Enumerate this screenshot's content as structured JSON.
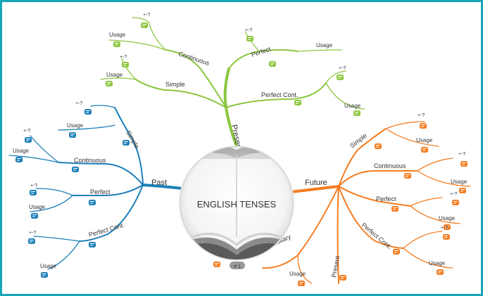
{
  "center": {
    "title": "ENGLISH TENSES",
    "counter": "# 1"
  },
  "colors": {
    "frame": "#17a6b8",
    "present": "#8cc63f",
    "past": "#1d7fb8",
    "future": "#f47c20"
  },
  "icons": {
    "note": "note-icon",
    "center_image": "open-book-icon"
  },
  "branches": {
    "present": {
      "label": "Present",
      "children": [
        {
          "label": "Continuous",
          "leaves": [
            "+-?",
            "Usage"
          ]
        },
        {
          "label": "Simple",
          "leaves": [
            "+-?",
            "Usage"
          ]
        },
        {
          "label": "Perfect",
          "leaves": [
            "+-?",
            "Usage"
          ]
        },
        {
          "label": "Perfect Cont.",
          "leaves": [
            "+-?",
            "Usage"
          ]
        }
      ]
    },
    "past": {
      "label": "Past",
      "children": [
        {
          "label": "Simple",
          "leaves": [
            "+-?",
            "Usage"
          ]
        },
        {
          "label": "Continuous",
          "leaves": [
            "+-?",
            "Usage"
          ]
        },
        {
          "label": "Perfect",
          "leaves": [
            "+-?",
            "Usage"
          ]
        },
        {
          "label": "Perfect Cont.",
          "leaves": [
            "+-?",
            "Usage"
          ]
        }
      ]
    },
    "future": {
      "label": "Future",
      "children": [
        {
          "label": "Simple",
          "leaves": [
            "+-?",
            "Usage"
          ]
        },
        {
          "label": "Continuous",
          "leaves": [
            "+-?",
            "Usage"
          ]
        },
        {
          "label": "Perfect",
          "leaves": [
            "+-?",
            "Usage"
          ]
        },
        {
          "label": "Perfect Cont.",
          "leaves": [
            "+-?",
            "Usage"
          ]
        },
        {
          "label": "Auxiliary",
          "leaves": [
            "Usage"
          ]
        },
        {
          "label": "Present",
          "leaves": []
        }
      ]
    }
  }
}
